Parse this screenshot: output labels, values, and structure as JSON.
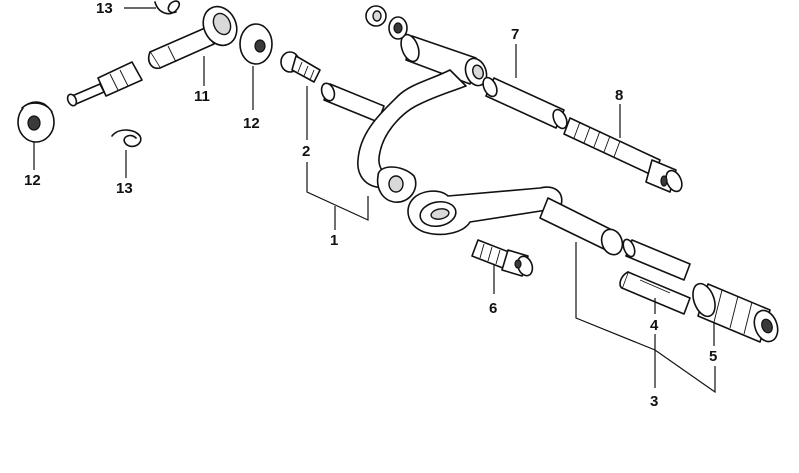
{
  "callouts": {
    "c1": "1",
    "c2": "2",
    "c3": "3",
    "c4": "4",
    "c5": "5",
    "c6": "6",
    "c7": "7",
    "c8": "8",
    "c11": "11",
    "c12a": "12",
    "c12b": "12",
    "c13a": "13",
    "c13b": "13"
  }
}
